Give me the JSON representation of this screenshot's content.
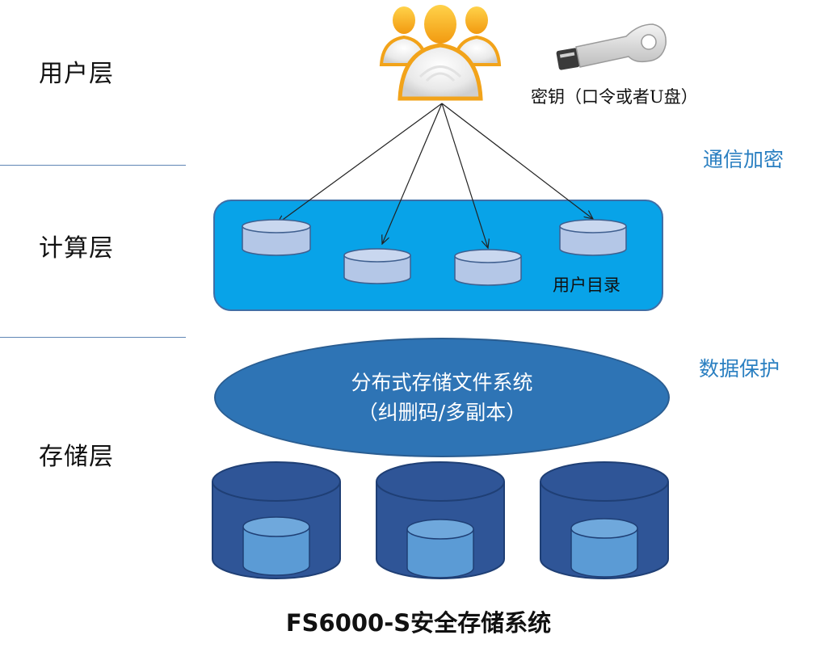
{
  "layers": {
    "user": "用户层",
    "compute": "计算层",
    "storage": "存储层"
  },
  "annotations": {
    "key": "密钥（口令或者U盘）",
    "transport": "通信加密",
    "data": "数据保护",
    "user_directory": "用户目录"
  },
  "filesystem": {
    "line1": "分布式存储文件系统",
    "line2": "（纠删码/多副本）"
  },
  "title": "FS6000-S安全存储系统",
  "colors": {
    "compute_fill": "#08a3e8",
    "ellipse_fill": "#2e74b5",
    "storage_drum": "#2f5597",
    "inner_drum": "#5b9bd5",
    "small_drum": "#b4c7e7",
    "accent_text": "#2a7fc1"
  }
}
